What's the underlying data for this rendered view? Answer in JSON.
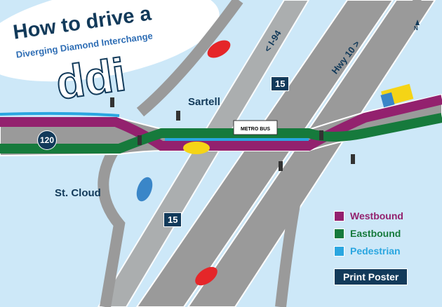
{
  "title": {
    "line1": "How to drive a",
    "line2": "Diverging Diamond Interchange",
    "logo": "ddi"
  },
  "places": {
    "north": "Sartell",
    "south": "St. Cloud"
  },
  "roads": {
    "i94": "< I-94",
    "hwy10": "Hwy 10 >",
    "shield_15_top": "15",
    "shield_15_bottom": "15",
    "shield_120": "120",
    "bus": "METRO BUS"
  },
  "compass": "N",
  "legend": [
    {
      "label": "Westbound",
      "color": "#93216e"
    },
    {
      "label": "Eastbound",
      "color": "#167a3c"
    },
    {
      "label": "Pedestrian",
      "color": "#2aa6e0"
    }
  ],
  "print_button": "Print Poster"
}
